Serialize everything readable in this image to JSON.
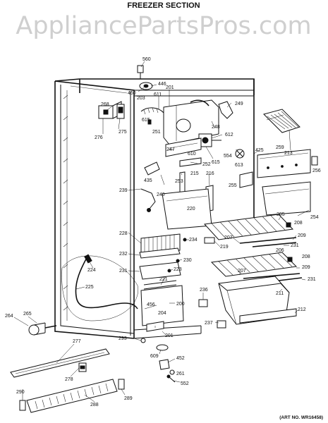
{
  "diagram": {
    "title": "FREEZER SECTION",
    "watermark": "AppliancePartsPros.com",
    "art_no": "(ART NO. WR16458)",
    "part_labels": [
      {
        "id": "p560",
        "text": "560"
      },
      {
        "id": "p446",
        "text": "446"
      },
      {
        "id": "p450",
        "text": "450"
      },
      {
        "id": "p611",
        "text": "611"
      },
      {
        "id": "p201a",
        "text": "201"
      },
      {
        "id": "p203",
        "text": "203"
      },
      {
        "id": "p268",
        "text": "268"
      },
      {
        "id": "p615a",
        "text": "615"
      },
      {
        "id": "p251",
        "text": "251"
      },
      {
        "id": "p275",
        "text": "275"
      },
      {
        "id": "p276",
        "text": "276"
      },
      {
        "id": "p249",
        "text": "249"
      },
      {
        "id": "p248",
        "text": "248"
      },
      {
        "id": "p612",
        "text": "612"
      },
      {
        "id": "p213",
        "text": "213"
      },
      {
        "id": "p247",
        "text": "247"
      },
      {
        "id": "p610",
        "text": "610"
      },
      {
        "id": "p615b",
        "text": "615"
      },
      {
        "id": "p554",
        "text": "554"
      },
      {
        "id": "p425",
        "text": "425"
      },
      {
        "id": "p259",
        "text": "259"
      },
      {
        "id": "p613",
        "text": "613"
      },
      {
        "id": "p256",
        "text": "256"
      },
      {
        "id": "p252",
        "text": "252"
      },
      {
        "id": "p215",
        "text": "215"
      },
      {
        "id": "p216",
        "text": "216"
      },
      {
        "id": "p435",
        "text": "435"
      },
      {
        "id": "p253",
        "text": "253"
      },
      {
        "id": "p255",
        "text": "255"
      },
      {
        "id": "p239",
        "text": "239"
      },
      {
        "id": "p240",
        "text": "240"
      },
      {
        "id": "p220",
        "text": "220"
      },
      {
        "id": "p254",
        "text": "254"
      },
      {
        "id": "p205",
        "text": "205"
      },
      {
        "id": "p208a",
        "text": "208"
      },
      {
        "id": "p228",
        "text": "228"
      },
      {
        "id": "p234",
        "text": "234"
      },
      {
        "id": "p207a",
        "text": "207"
      },
      {
        "id": "p209a",
        "text": "209"
      },
      {
        "id": "p219",
        "text": "219"
      },
      {
        "id": "p231a",
        "text": "231"
      },
      {
        "id": "p232",
        "text": "232"
      },
      {
        "id": "p206",
        "text": "206"
      },
      {
        "id": "p208b",
        "text": "208"
      },
      {
        "id": "p230",
        "text": "230"
      },
      {
        "id": "p224",
        "text": "224"
      },
      {
        "id": "p223",
        "text": "223"
      },
      {
        "id": "p231b",
        "text": "231"
      },
      {
        "id": "p207b",
        "text": "207"
      },
      {
        "id": "p209b",
        "text": "209"
      },
      {
        "id": "p221",
        "text": "221"
      },
      {
        "id": "p231c",
        "text": "231"
      },
      {
        "id": "p225",
        "text": "225"
      },
      {
        "id": "p211",
        "text": "211"
      },
      {
        "id": "p236",
        "text": "236"
      },
      {
        "id": "p200",
        "text": "200"
      },
      {
        "id": "p456",
        "text": "456"
      },
      {
        "id": "p212",
        "text": "212"
      },
      {
        "id": "p264",
        "text": "264"
      },
      {
        "id": "p265",
        "text": "265"
      },
      {
        "id": "p204",
        "text": "204"
      },
      {
        "id": "p237",
        "text": "237"
      },
      {
        "id": "p201b",
        "text": "201"
      },
      {
        "id": "p293",
        "text": "293"
      },
      {
        "id": "p277",
        "text": "277"
      },
      {
        "id": "p609",
        "text": "609"
      },
      {
        "id": "p452",
        "text": "452"
      },
      {
        "id": "p261",
        "text": "261"
      },
      {
        "id": "p278",
        "text": "278"
      },
      {
        "id": "p552",
        "text": "552"
      },
      {
        "id": "p290",
        "text": "290"
      },
      {
        "id": "p289",
        "text": "289"
      },
      {
        "id": "p288",
        "text": "288"
      }
    ]
  }
}
